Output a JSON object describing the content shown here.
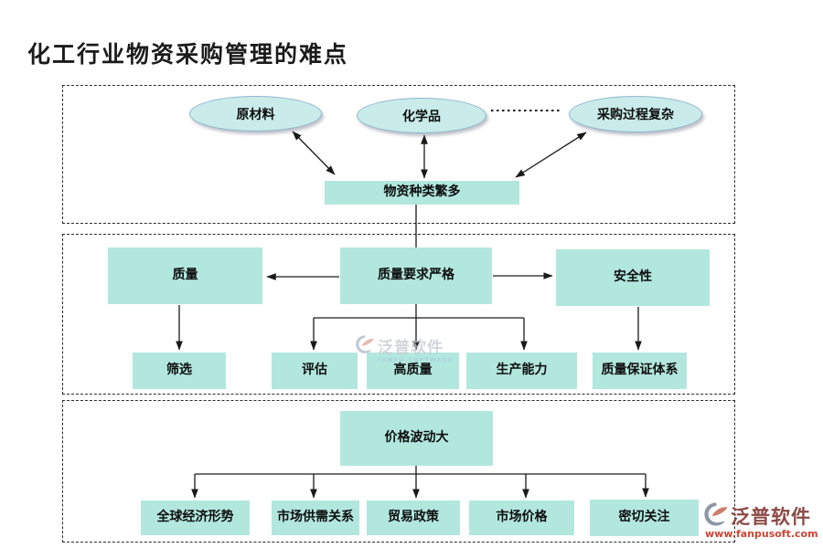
{
  "title": "化工行业物资采购管理的难点",
  "sections": {
    "variety": {
      "ellipses": [
        {
          "label": "原材料"
        },
        {
          "label": "化学品"
        },
        {
          "label": "采购过程复杂"
        }
      ],
      "hub": {
        "label": "物资种类繁多"
      }
    },
    "quality": {
      "left": {
        "label": "质量"
      },
      "center": {
        "label": "质量要求严格"
      },
      "right": {
        "label": "安全性"
      },
      "children": [
        {
          "label": "筛选"
        },
        {
          "label": "评估"
        },
        {
          "label": "高质量"
        },
        {
          "label": "生产能力"
        },
        {
          "label": "质量保证体系"
        }
      ]
    },
    "price": {
      "root": {
        "label": "价格波动大"
      },
      "children": [
        {
          "label": "全球经济形势"
        },
        {
          "label": "市场供需关系"
        },
        {
          "label": "贸易政策"
        },
        {
          "label": "市场价格"
        },
        {
          "label": "密切关注"
        }
      ]
    }
  },
  "watermarks": {
    "center": {
      "brand": "泛普软件",
      "subtitle": "FANPU SOFTWARE"
    },
    "corner": {
      "brand": "泛普软件",
      "url": "www.fanpusoft.com"
    }
  },
  "colors": {
    "node_fill": "#b2e7de",
    "ellipse_fill": "#c9ecea",
    "ellipse_border": "#8fb6cf",
    "arrow": "#1a1a1a",
    "watermark_red": "#cc4433",
    "watermark_maroon": "#8a4a45"
  }
}
